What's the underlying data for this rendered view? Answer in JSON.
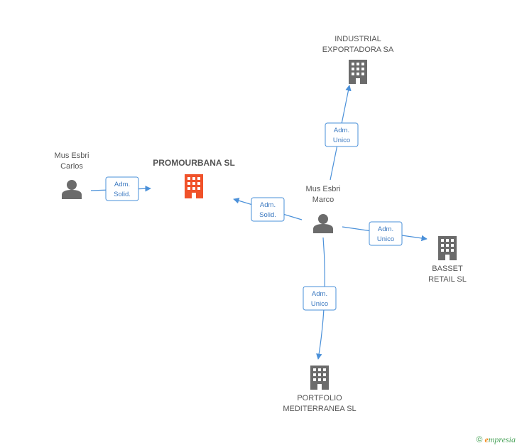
{
  "nodes": {
    "promourbana": {
      "label": [
        "PROMOURBANA SL"
      ],
      "type": "company",
      "color": "#f0522a"
    },
    "industrial": {
      "label": [
        "INDUSTRIAL",
        "EXPORTADORA SA"
      ],
      "type": "company",
      "color": "#6b6b6b"
    },
    "basset": {
      "label": [
        "BASSET",
        "RETAIL SL"
      ],
      "type": "company",
      "color": "#6b6b6b"
    },
    "portfolio": {
      "label": [
        "PORTFOLIO",
        "MEDITERRANEA SL"
      ],
      "type": "company",
      "color": "#6b6b6b"
    },
    "carlos": {
      "label": [
        "Mus Esbri",
        "Carlos"
      ],
      "type": "person",
      "color": "#6b6b6b"
    },
    "marco": {
      "label": [
        "Mus Esbri",
        "Marco"
      ],
      "type": "person",
      "color": "#6b6b6b"
    }
  },
  "edges": [
    {
      "from": "carlos",
      "to": "promourbana",
      "label": [
        "Adm.",
        "Solid."
      ]
    },
    {
      "from": "marco",
      "to": "promourbana",
      "label": [
        "Adm.",
        "Solid."
      ]
    },
    {
      "from": "marco",
      "to": "industrial",
      "label": [
        "Adm.",
        "Unico"
      ]
    },
    {
      "from": "marco",
      "to": "basset",
      "label": [
        "Adm.",
        "Unico"
      ]
    },
    {
      "from": "marco",
      "to": "portfolio",
      "label": [
        "Adm.",
        "Unico"
      ]
    }
  ],
  "colors": {
    "edge": "#4a90d9"
  },
  "watermark": {
    "copyright": "©",
    "brand_e": "e",
    "brand_rest": "mpresia"
  }
}
